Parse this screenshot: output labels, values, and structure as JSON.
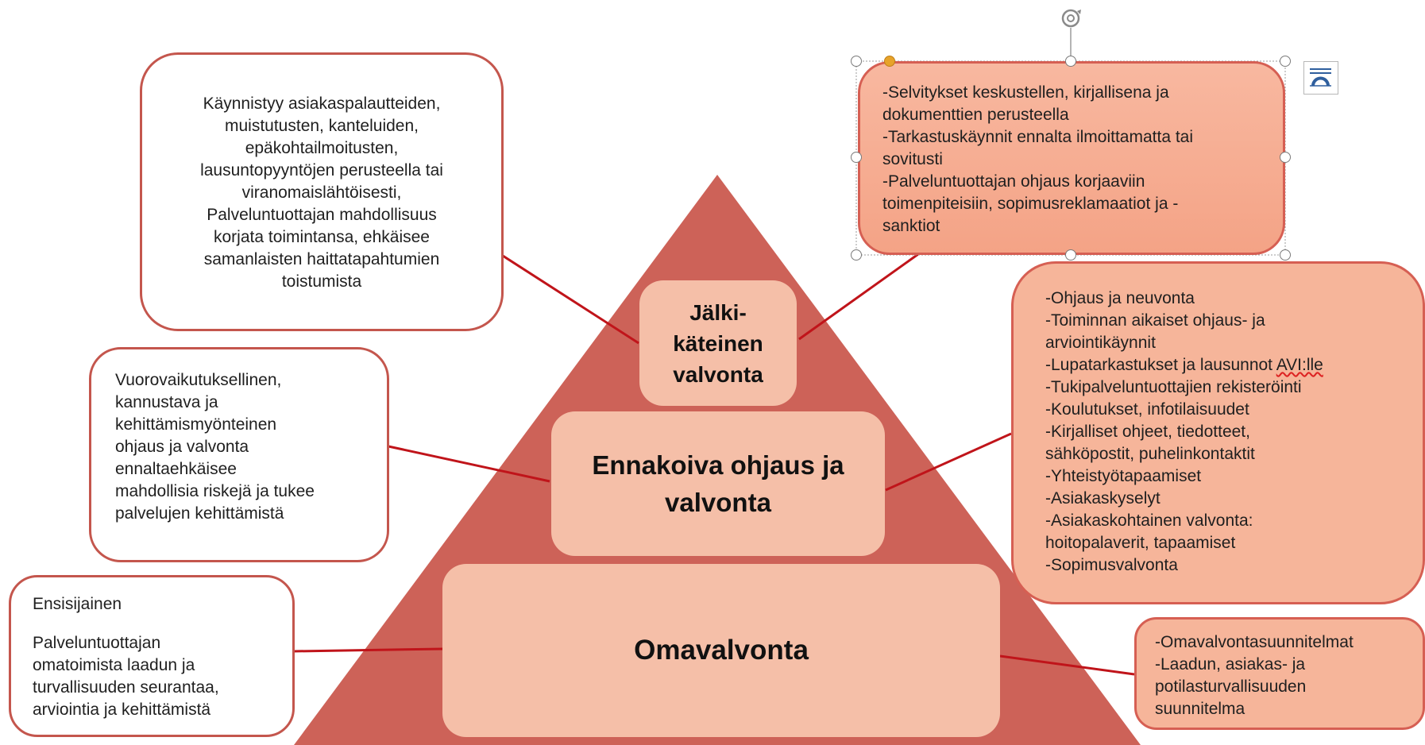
{
  "diagram": {
    "levels": {
      "top": "Jälki-\nkäteinen\nvalvonta",
      "middle": "Ennakoiva ohjaus ja\nvalvonta",
      "bottom": "Omavalvonta"
    },
    "notes": {
      "top_left": "Käynnistyy asiakaspalautteiden,\nmuistutusten, kanteluiden,\nepäkohtailmoitusten,\nlausuntopyyntöjen perusteella tai\nviranomaislähtöisesti,\nPalveluntuottajan mahdollisuus\nkorjata toimintansa, ehkäisee\nsamanlaisten haittatapahtumien\ntoistumista",
      "middle_left": "Vuorovaikutuksellinen,\nkannustava ja\nkehittämismyönteinen\nohjaus ja valvonta\nennaltaehkäisee\nmahdollisia riskejä ja tukee\npalvelujen kehittämistä",
      "bottom_left_heading": "Ensisijainen",
      "bottom_left_body": "Palveluntuottajan\nomatoimista laadun ja\nturvallisuuden seurantaa,\narviointia ja kehittämistä",
      "top_right": "-Selvitykset keskustellen, kirjallisena ja\ndokumenttien perusteella\n-Tarkastuskäynnit ennalta ilmoittamatta tai\nsovitusti\n-Palveluntuottajan ohjaus korjaaviin\ntoimenpiteisiin, sopimusreklamaatiot ja -\nsanktiot",
      "middle_right_a": "-Ohjaus ja neuvonta\n-Toiminnan aikaiset ohjaus- ja\narviointikäynnit\n-Lupatarkastukset ja lausunnot ",
      "middle_right_underlined": "AVI:lle",
      "middle_right_b": "\n-Tukipalveluntuottajien rekisteröinti\n-Koulutukset, infotilaisuudet\n-Kirjalliset ohjeet, tiedotteet,\nsähköpostit, puhelinkontaktit\n-Yhteistyötapaamiset\n-Asiakaskyselyt\n-Asiakaskohtainen valvonta:\nhoitopalaverit, tapaamiset\n-Sopimusvalvonta",
      "bottom_right": "-Omavalvontasuunnitelmat\n-Laadun, asiakas- ja\npotilasturvallisuuden\nsuunnitelma"
    },
    "colors": {
      "pyramid": "#cd6258",
      "level_fill": "#f5bfa8",
      "note_border": "#c4564d",
      "connector": "#c0141a",
      "peach_fill": "#f6b59a"
    },
    "icons": {
      "rotate": "rotate-handle-icon",
      "layout_options": "layout-options-icon"
    }
  }
}
